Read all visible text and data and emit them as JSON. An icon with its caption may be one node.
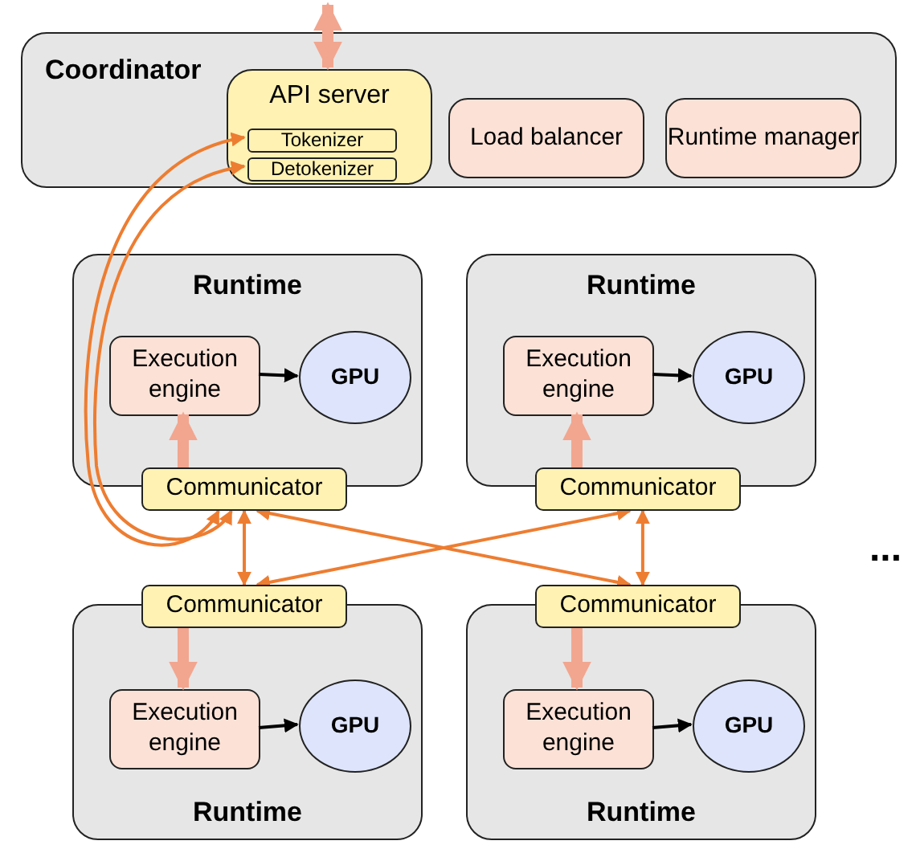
{
  "diagram": {
    "nodes": [
      {
        "text": [
          "Coordinator"
        ]
      },
      {
        "text": [
          "API server"
        ],
        "in": 0
      },
      {
        "text": [
          "Tokenizer"
        ],
        "in": 1
      },
      {
        "text": [
          "Detokenizer"
        ],
        "in": 1
      },
      {
        "text": [
          "Load balancer"
        ],
        "in": 0
      },
      {
        "text": [
          "Runtime manager"
        ],
        "in": 0
      },
      {
        "text": [
          "Runtime"
        ]
      },
      {
        "text": [
          "Execution engine"
        ],
        "in": 6
      },
      {
        "text": [
          "GPU"
        ],
        "in": 6
      },
      {
        "text": [
          "Communicator"
        ]
      },
      {
        "text": [
          "Runtime"
        ]
      },
      {
        "text": [
          "Execution engine"
        ],
        "in": 10
      },
      {
        "text": [
          "GPU"
        ],
        "in": 10
      },
      {
        "text": [
          "Communicator"
        ]
      },
      {
        "text": [
          "Communicator"
        ]
      },
      {
        "text": [
          "Communicator"
        ]
      },
      {
        "text": [
          "Runtime"
        ]
      },
      {
        "text": [
          "Execution engine"
        ],
        "in": 16
      },
      {
        "text": [
          "GPU"
        ],
        "in": 16
      },
      {
        "text": [
          "Runtime"
        ]
      },
      {
        "text": [
          "Execution engine"
        ],
        "in": 19
      },
      {
        "text": [
          "GPU"
        ],
        "in": 19
      }
    ],
    "edges": [
      {
        "from": null,
        "to": 1,
        "arrow": "both",
        "style": "thick",
        "color": "#f2a68f"
      },
      {
        "from": 9,
        "to": 2,
        "arrow": "both"
      },
      {
        "from": 9,
        "to": 3,
        "arrow": "both"
      },
      {
        "from": 9,
        "to": 14,
        "arrow": "both"
      },
      {
        "from": 9,
        "to": 15,
        "arrow": "both"
      },
      {
        "from": 13,
        "to": 14,
        "arrow": "both"
      },
      {
        "from": 13,
        "to": 15,
        "arrow": "both"
      },
      {
        "from": 9,
        "to": 7,
        "arrow": "to",
        "style": "thick",
        "color": "#f2a68f"
      },
      {
        "from": 7,
        "to": 8,
        "arrow": "to",
        "color": "#000000"
      },
      {
        "from": 13,
        "to": 11,
        "arrow": "to",
        "style": "thick",
        "color": "#f2a68f"
      },
      {
        "from": 11,
        "to": 12,
        "arrow": "to",
        "color": "#000000"
      },
      {
        "from": 14,
        "to": 17,
        "arrow": "to",
        "style": "thick",
        "color": "#f2a68f"
      },
      {
        "from": 17,
        "to": 18,
        "arrow": "to",
        "color": "#000000"
      },
      {
        "from": 15,
        "to": 20,
        "arrow": "to",
        "style": "thick",
        "color": "#f2a68f"
      },
      {
        "from": 20,
        "to": 21,
        "arrow": "to",
        "color": "#000000"
      }
    ],
    "labels": [
      "..."
    ]
  }
}
